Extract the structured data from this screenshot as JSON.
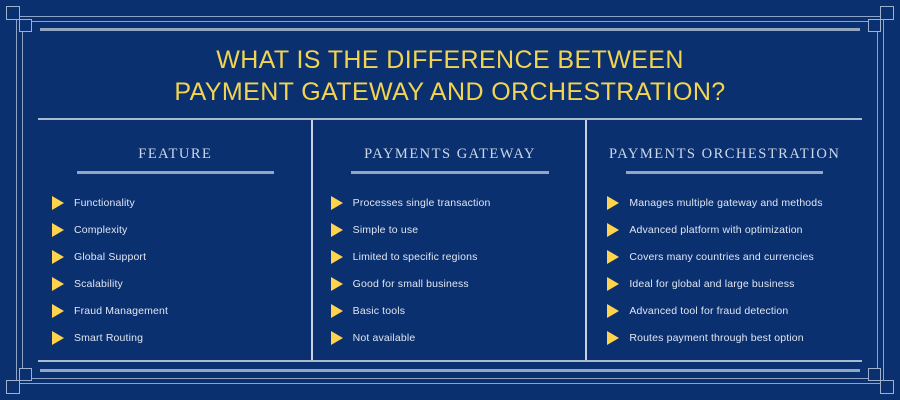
{
  "colors": {
    "background": "#0b3070",
    "accent_yellow": "#f2d450",
    "arrow_yellow": "#ffd34d",
    "rule_light": "#a8b9d2",
    "divider": "#c6d2e3",
    "body_text": "#dfe6f1",
    "heading_text": "#ccd8e8"
  },
  "title": {
    "line1": "WHAT IS THE DIFFERENCE BETWEEN",
    "line2": "PAYMENT GATEWAY AND ORCHESTRATION?"
  },
  "columns": [
    {
      "header": "FEATURE",
      "items": [
        "Functionality",
        "Complexity",
        "Global Support",
        "Scalability",
        "Fraud Management",
        "Smart Routing"
      ]
    },
    {
      "header": "PAYMENTS GATEWAY",
      "items": [
        "Processes single transaction",
        "Simple to use",
        "Limited to specific regions",
        "Good for small business",
        "Basic tools",
        "Not available"
      ]
    },
    {
      "header": "PAYMENTS ORCHESTRATION",
      "items": [
        "Manages multiple gateway and methods",
        "Advanced platform with optimization",
        "Covers many countries and currencies",
        "Ideal for global and large business",
        "Advanced tool for fraud detection",
        "Routes payment through best option"
      ]
    }
  ],
  "decoration": {
    "corner_ornament": "nested-squares",
    "arrow_bullet_icon": "triangle-right-icon"
  }
}
